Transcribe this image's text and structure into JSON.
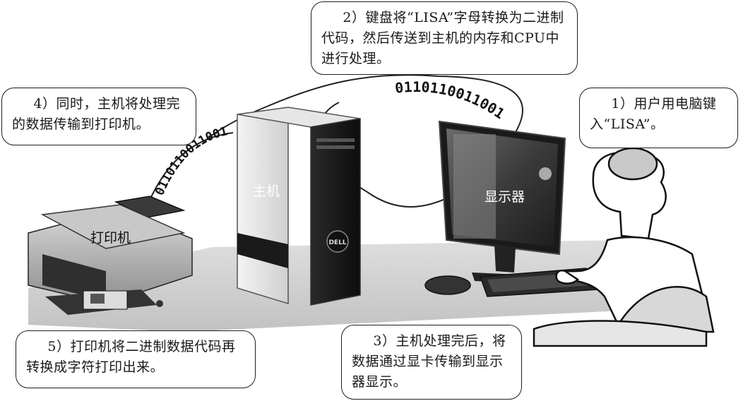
{
  "callouts": {
    "step1": "1）用户用电脑键入“LISA”。",
    "step2": "2）键盘将“LISA”字母转换为二进制代码，然后传送到主机的内存和CPU中进行处理。",
    "step3": "3）主机处理完后，将数据通过显卡传输到显示器显示。",
    "step4": "4）同时，主机将处理完的数据传输到打印机。",
    "step5": "5）打印机将二进制数据代码再转换成字符打印出来。"
  },
  "devices": {
    "host": "主机",
    "monitor": "显示器",
    "printer": "打印机"
  },
  "binary_streams": {
    "keyboard_to_host": "0110110011001",
    "host_to_printer": "0110110011001"
  },
  "logo": "DELL"
}
